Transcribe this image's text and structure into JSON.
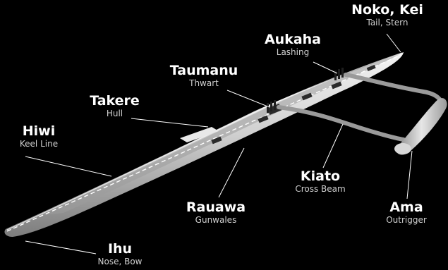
{
  "colors": {
    "background": "#000000",
    "title": "#ffffff",
    "subtitle": "#d0d0d0",
    "leader": "#ffffff",
    "keel_line": "#ffffff",
    "hull_light": "#f2f2f2",
    "hull_mid": "#bdbdbd",
    "hull_dark": "#7a7a7a"
  },
  "labels": {
    "noko": {
      "title": "Noko, Kei",
      "subtitle": "Tail, Stern"
    },
    "aukaha": {
      "title": "Aukaha",
      "subtitle": "Lashing"
    },
    "taumanu": {
      "title": "Taumanu",
      "subtitle": "Thwart"
    },
    "takere": {
      "title": "Takere",
      "subtitle": "Hull"
    },
    "hiwi": {
      "title": "Hiwi",
      "subtitle": "Keel Line"
    },
    "kiato": {
      "title": "Kiato",
      "subtitle": "Cross Beam"
    },
    "rauawa": {
      "title": "Rauawa",
      "subtitle": "Gunwales"
    },
    "ama": {
      "title": "Ama",
      "subtitle": "Outrigger"
    },
    "ihu": {
      "title": "Ihu",
      "subtitle": "Nose, Bow"
    }
  }
}
